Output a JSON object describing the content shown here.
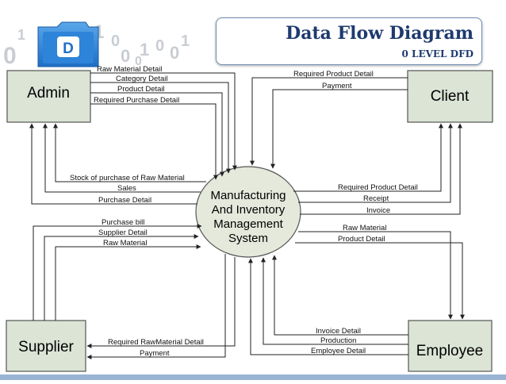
{
  "title": {
    "main": "Data Flow Diagram",
    "sub": "0 LEVEL DFD"
  },
  "logo": {
    "letter": "D",
    "digits": [
      "0",
      "1",
      "1",
      "0",
      "0",
      "1",
      "0",
      "0",
      "1",
      "0"
    ]
  },
  "entities": {
    "admin": "Admin",
    "client": "Client",
    "supplier": "Supplier",
    "employee": "Employee"
  },
  "process": {
    "lines": [
      "Manufacturing",
      "And Inventory",
      "Management",
      "System"
    ]
  },
  "flows": {
    "admin_to_system": [
      "Raw Material Detail",
      "Category Detail",
      "Product Detail",
      "Required Purchase Detail"
    ],
    "system_to_admin": [
      "Stock of purchase of Raw Material",
      "Sales",
      "Purchase Detail"
    ],
    "client_to_system": [
      "Required Product Detail",
      "Payment"
    ],
    "system_to_client": [
      "Required Product Detail",
      "Receipt",
      "Invoice"
    ],
    "supplier_to_system": [
      "Purchase bill",
      "Supplier Detail",
      "Raw Material"
    ],
    "system_to_supplier": [
      "Required RawMaterial Detail",
      "Payment"
    ],
    "system_to_employee": [
      "Raw Material",
      "Product Detail"
    ],
    "employee_to_system": [
      "Invoice Detail",
      "Production",
      "Employee Detail"
    ]
  },
  "colors": {
    "box_fill": "#dbe4d5",
    "box_stroke": "#555555",
    "process_fill": "#e4e9dc",
    "line": "#222222",
    "title_text": "#1e3a6e",
    "accent": "#1f6fc5"
  }
}
